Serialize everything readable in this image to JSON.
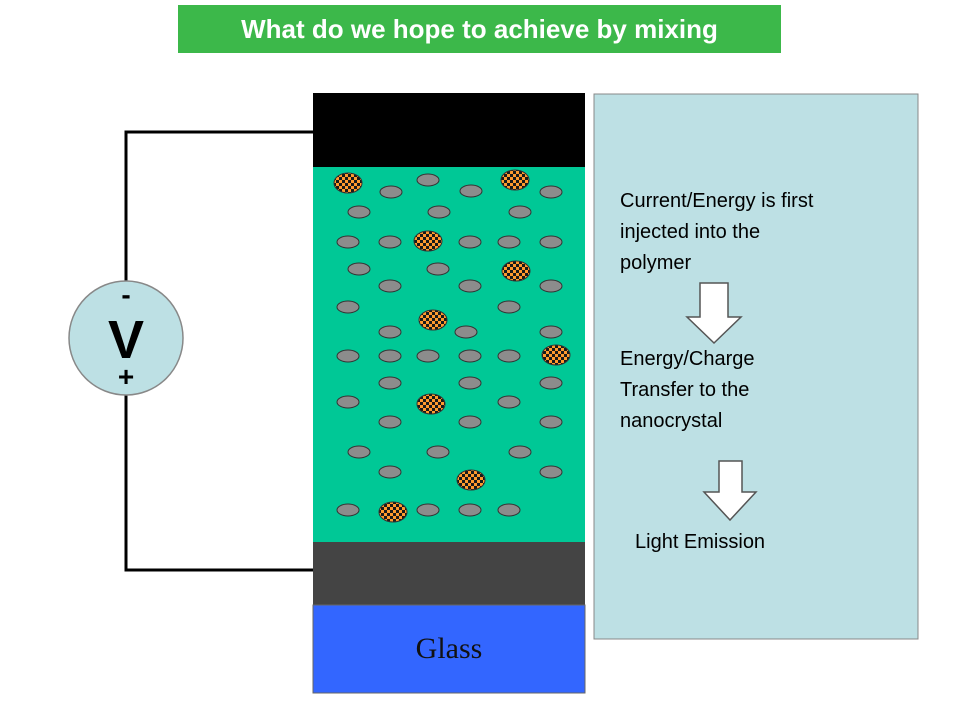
{
  "title": "What do we hope to achieve by mixing",
  "voltage": {
    "symbol": "V",
    "minus": "-",
    "plus": "+"
  },
  "layers": {
    "glass": "Glass"
  },
  "steps": [
    {
      "lines": [
        "Current/Energy is first",
        "injected into the",
        "polymer"
      ]
    },
    {
      "lines": [
        "Energy/Charge",
        "Transfer to the",
        "nanocrystal"
      ]
    },
    {
      "lines": [
        "Light Emission"
      ]
    }
  ],
  "colors": {
    "title_bg": "#3cb84a",
    "cathode": "#000000",
    "polymer": "#00c896",
    "anode": "#444444",
    "glass": "#3366ff",
    "panel": "#bde0e4",
    "molecule": "#8c8c8c",
    "nanocrystal_dark": "#1a1a1a",
    "nanocrystal_light": "#ff9a2e"
  }
}
